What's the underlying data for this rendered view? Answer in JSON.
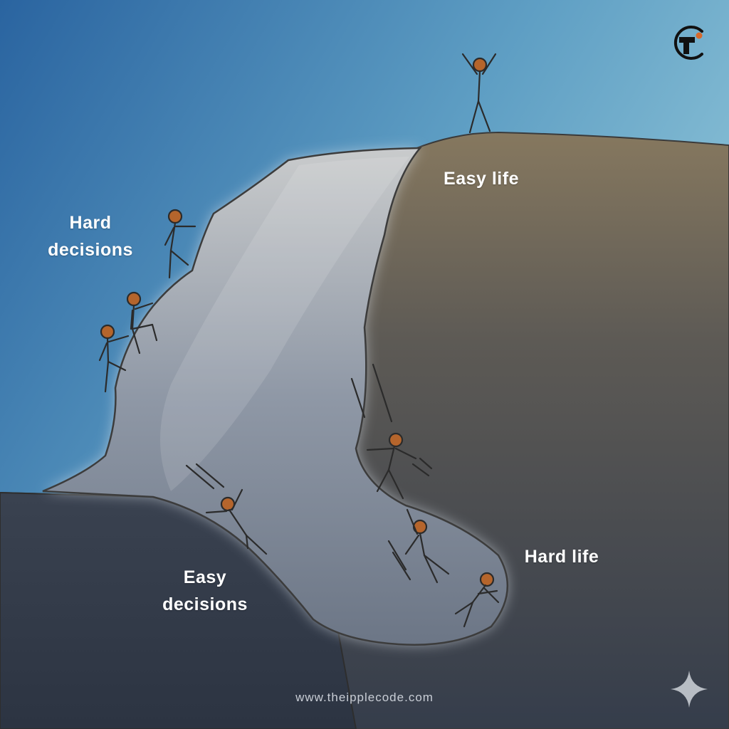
{
  "labels": {
    "hard_decisions": [
      "Hard",
      "decisions"
    ],
    "easy_life": "Easy life",
    "hard_life": "Hard life",
    "easy_decisions": [
      "Easy",
      "decisions"
    ]
  },
  "footer": {
    "website": "www.theipplecode.com"
  },
  "colors": {
    "sky_top": "#2e6da6",
    "sky_light": "#8cc3d6",
    "hill_light": "#8a7c62",
    "hill_dark": "#343d4c",
    "ground": "#333b49",
    "slide": "#a9b1bd",
    "figure_head": "#b5652c",
    "outline": "#2b2b2b"
  },
  "icons": {
    "logo": "brand-logo-icon",
    "corner": "sparkle-icon"
  }
}
